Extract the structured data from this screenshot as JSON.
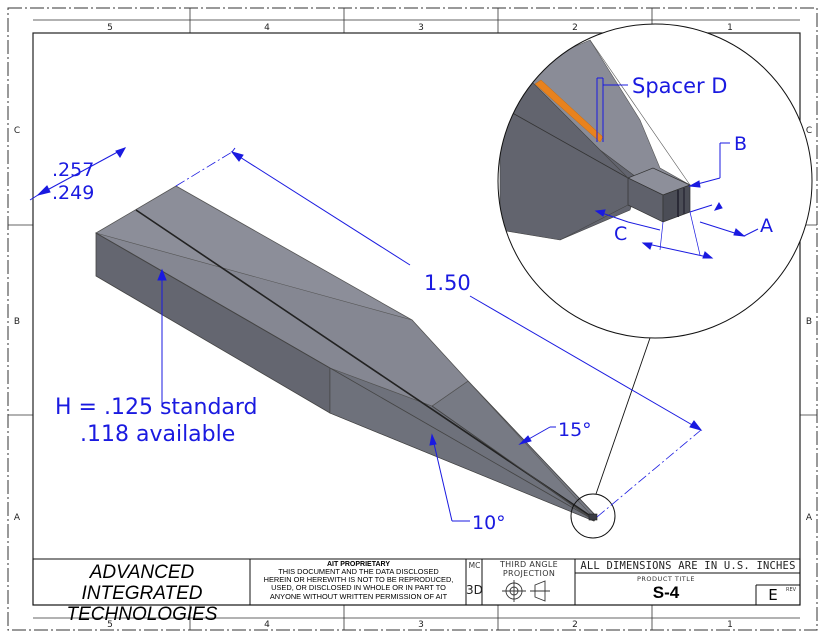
{
  "zones": {
    "columns": [
      "5",
      "4",
      "3",
      "2",
      "1"
    ],
    "rows": [
      "C",
      "B",
      "A"
    ]
  },
  "dimensions": {
    "width_max": ".257",
    "width_min": ".249",
    "length": "1.50",
    "height_line1": "H = .125 standard",
    "height_line2": ".118 available",
    "angle_top": "15°",
    "angle_side": "10°"
  },
  "detail_labels": {
    "spacer": "Spacer D",
    "a": "A",
    "b": "B",
    "c": "C"
  },
  "title_block": {
    "company_line1": "ADVANCED INTEGRATED",
    "company_line2": "TECHNOLOGIES",
    "proprietary_title": "AIT PROPRIETARY",
    "proprietary_lines": [
      "THIS DOCUMENT AND THE DATA DISCLOSED",
      "HEREIN OR HEREWITH IS NOT TO BE REPRODUCED,",
      "USED, OR DISCLOSED IN WHOLE OR IN PART TO",
      "ANYONE WITHOUT WRITTEN PERMISSION OF AIT"
    ],
    "mc_label": "MC",
    "mc_value": "3D",
    "projection_line1": "THIRD ANGLE",
    "projection_line2": "PROJECTION",
    "units_note": "ALL DIMENSIONS ARE IN U.S. INCHES",
    "product_title_label": "PRODUCT TITLE",
    "product_title": "S-4",
    "rev_label": "REV",
    "rev_value": "E"
  },
  "colors": {
    "dimension_blue": "#1a1ae0",
    "spacer_orange": "#e8821e",
    "body_gray": "#7d7f8a"
  }
}
